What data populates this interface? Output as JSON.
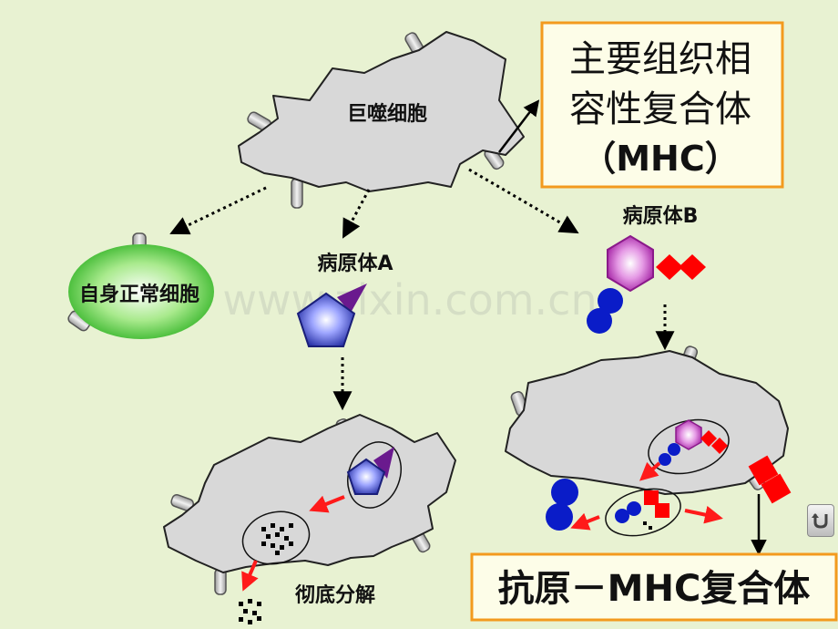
{
  "labels": {
    "macrophage": "巨噬细胞",
    "normal_cell": "自身正常细胞",
    "pathogen_a": "病原体A",
    "pathogen_b": "病原体B",
    "degradation": "彻底分解"
  },
  "mhc_box": {
    "line1": "主要组织相",
    "line2": "容性复合体",
    "line3": "（MHC）"
  },
  "complex_box": {
    "text": "抗原－MHC复合体"
  },
  "watermark": "www.zixin.com.cn",
  "colors": {
    "background": "#e8f2d2",
    "box_border": "#f39a1e",
    "box_fill": "#fdfde8",
    "cell_fill": "#d8d8d8",
    "arrow_red": "#ff1a1a",
    "antigen_red": "#ff0000",
    "mhc_blue": "#0a1cc8",
    "pathogen_b_purple": "#c43cc4",
    "pathogen_a_blue": "#3340b8",
    "normal_cell_green": "#4ecb3c"
  },
  "icons": {
    "return_button": "return-arrow-icon"
  }
}
